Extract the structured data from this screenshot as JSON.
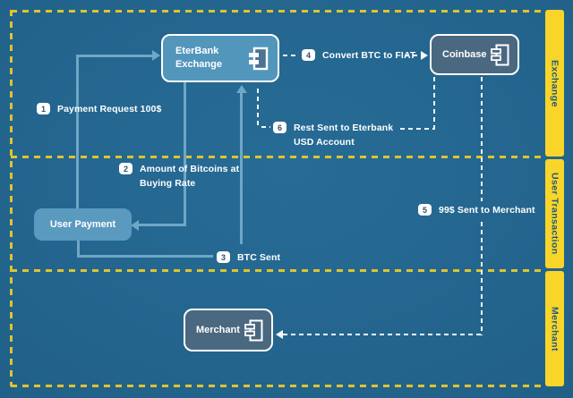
{
  "sections": [
    {
      "label": "Exchange"
    },
    {
      "label": "User Transaction"
    },
    {
      "label": "Merchant"
    }
  ],
  "nodes": {
    "eterbank": {
      "title": "EterBank\nExchange"
    },
    "coinbase": {
      "title": "Coinbase"
    },
    "user_payment": {
      "title": "User Payment"
    },
    "merchant": {
      "title": "Merchant"
    }
  },
  "steps": [
    {
      "num": "1",
      "text": "Payment Request 100$"
    },
    {
      "num": "2",
      "text": "Amount of Bitcoins at\nBuying Rate"
    },
    {
      "num": "3",
      "text": "BTC Sent"
    },
    {
      "num": "4",
      "text": "Convert BTC to FIAT"
    },
    {
      "num": "5",
      "text": "99$ Sent to Merchant"
    },
    {
      "num": "6",
      "text": "Rest Sent to Eterbank\nUSD Account"
    }
  ],
  "colors": {
    "background": "#21618A",
    "dashed_frame": "#DFC42D",
    "sidebar_fill": "#F9D52A",
    "sidebar_text": "#1B5A7E",
    "node_light_fill": "#5396BC",
    "node_dark_fill": "#4A6880",
    "node_border": "#FFFFFF",
    "solid_arrow": "#6FA7C6",
    "dashed_arrow": "#FFFFFF",
    "badge_fill": "#FFFFFF",
    "badge_text": "#33536B",
    "label_text": "#FFFFFF"
  }
}
